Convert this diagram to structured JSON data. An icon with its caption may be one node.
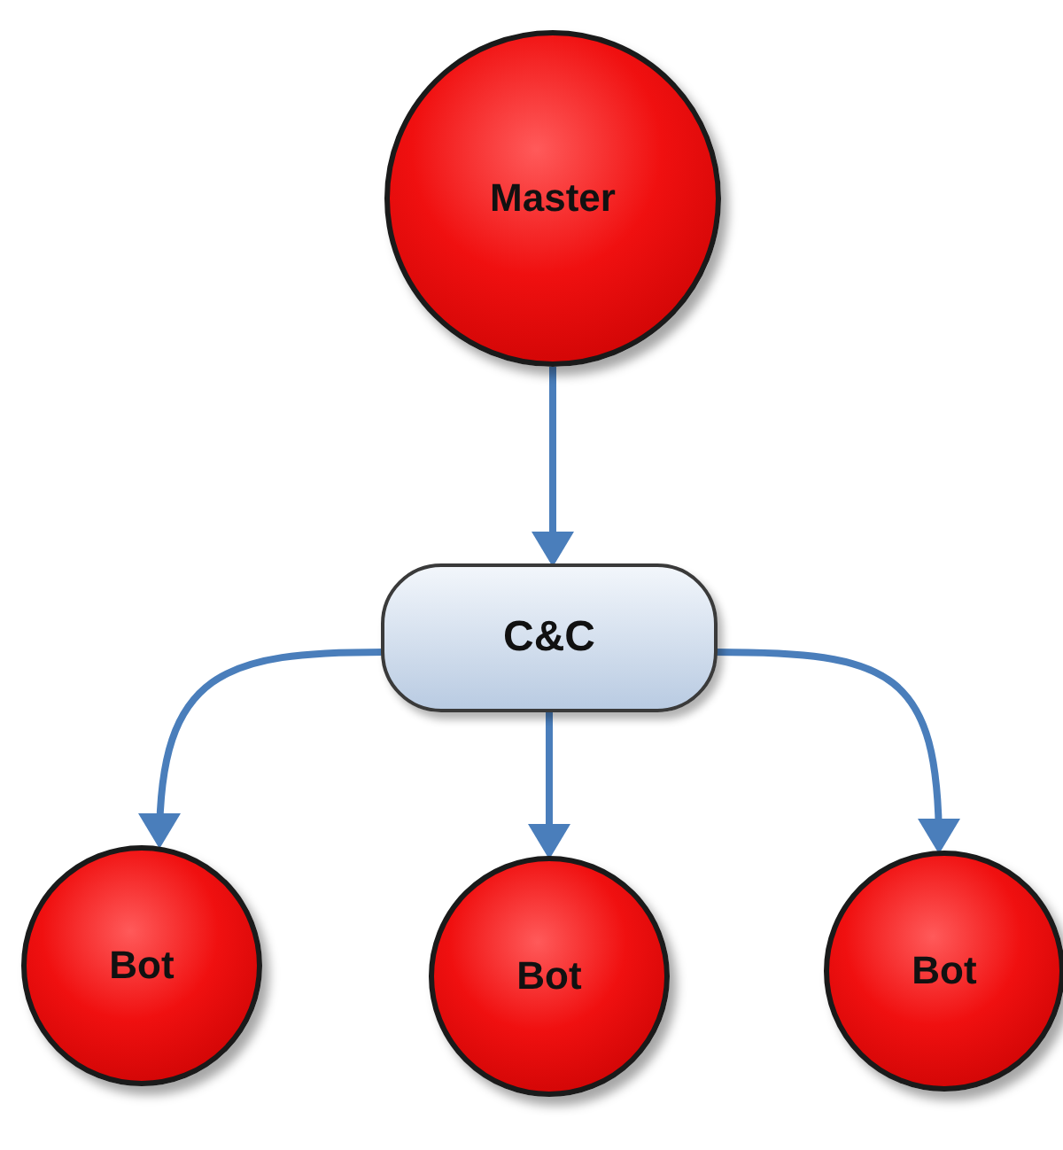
{
  "diagram": {
    "nodes": [
      {
        "text": [
          "Master"
        ]
      },
      {
        "text": [
          "C&C"
        ]
      },
      {
        "text": [
          "Bot"
        ]
      },
      {
        "text": [
          "Bot"
        ]
      },
      {
        "text": [
          "Bot"
        ]
      }
    ],
    "edges": [
      {
        "from": 0,
        "to": 1,
        "arrow": "to"
      },
      {
        "from": 1,
        "to": 2,
        "arrow": "to"
      },
      {
        "from": 1,
        "to": 3,
        "arrow": "to"
      },
      {
        "from": 1,
        "to": 4,
        "arrow": "to"
      }
    ]
  }
}
